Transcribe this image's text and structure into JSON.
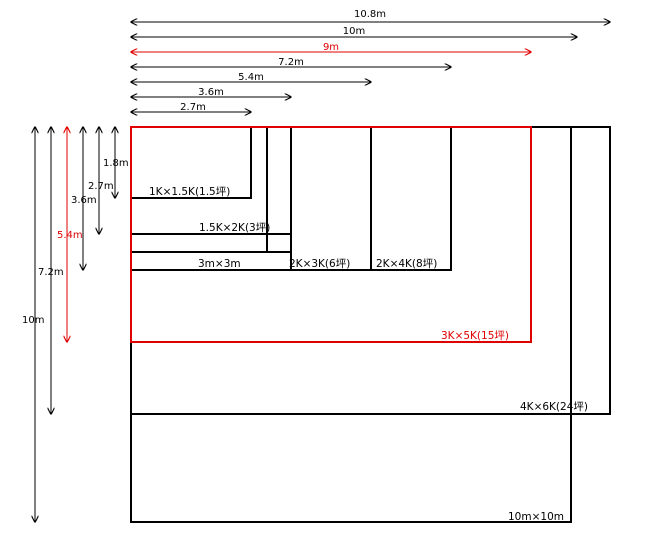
{
  "colors": {
    "black": "#000000",
    "highlight": "#e00000"
  },
  "horizontal_dimensions": [
    {
      "label": "10.8m",
      "highlight": false
    },
    {
      "label": "10m",
      "highlight": false
    },
    {
      "label": "9m",
      "highlight": true
    },
    {
      "label": "7.2m",
      "highlight": false
    },
    {
      "label": "5.4m",
      "highlight": false
    },
    {
      "label": "3.6m",
      "highlight": false
    },
    {
      "label": "2.7m",
      "highlight": false
    }
  ],
  "vertical_dimensions": [
    {
      "label": "10m",
      "highlight": false
    },
    {
      "label": "7.2m",
      "highlight": false
    },
    {
      "label": "5.4m",
      "highlight": true
    },
    {
      "label": "3.6m",
      "highlight": false
    },
    {
      "label": "2.7m",
      "highlight": false
    },
    {
      "label": "1.8m",
      "highlight": false
    }
  ],
  "areas": [
    {
      "label": "1K×1.5K(1.5坪)",
      "highlight": false
    },
    {
      "label": "1.5K×2K(3坪)",
      "highlight": false
    },
    {
      "label": "3m×3m",
      "highlight": false
    },
    {
      "label": "2K×3K(6坪)",
      "highlight": false
    },
    {
      "label": "2K×4K(8坪)",
      "highlight": false
    },
    {
      "label": "3K×5K(15坪)",
      "highlight": true
    },
    {
      "label": "4K×6K(24坪)",
      "highlight": false
    },
    {
      "label": "10m×10m",
      "highlight": false
    }
  ]
}
